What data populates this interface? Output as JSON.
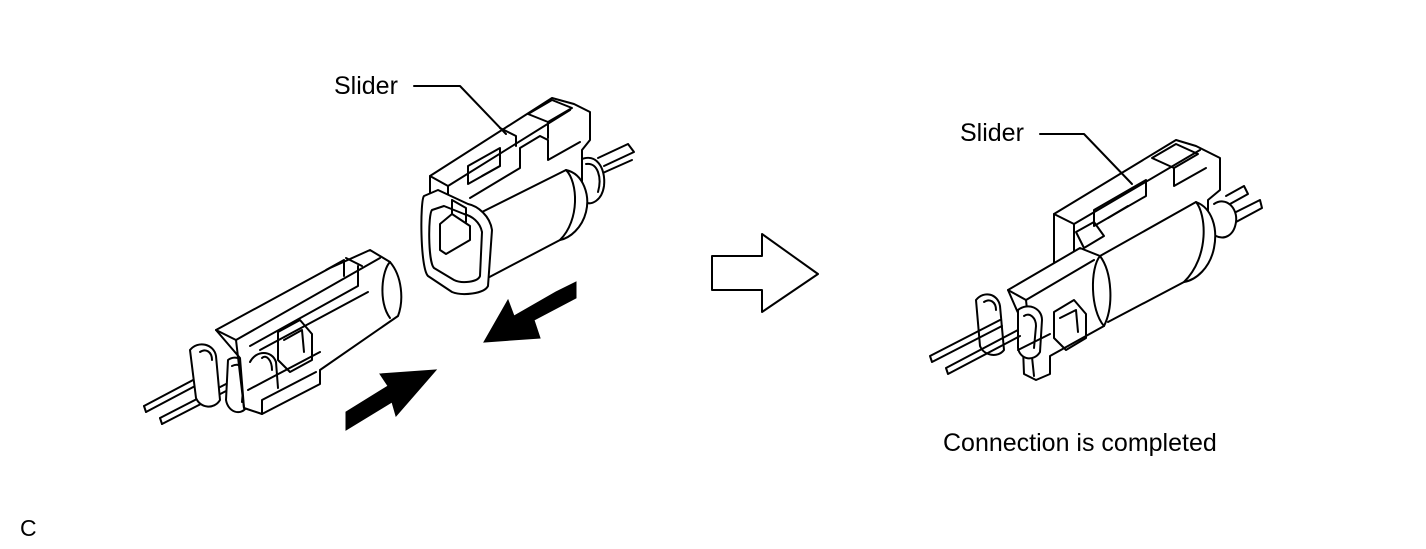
{
  "labels": {
    "slider_left": "Slider",
    "slider_right": "Slider",
    "caption": "Connection is completed",
    "figure_marker": "C"
  },
  "colors": {
    "line": "#000000",
    "background": "#ffffff",
    "arrow_fill": "#000000"
  },
  "icons": {
    "push_arrows": "solid-black-arrow-icon",
    "transition_arrow": "hollow-right-arrow-icon"
  }
}
